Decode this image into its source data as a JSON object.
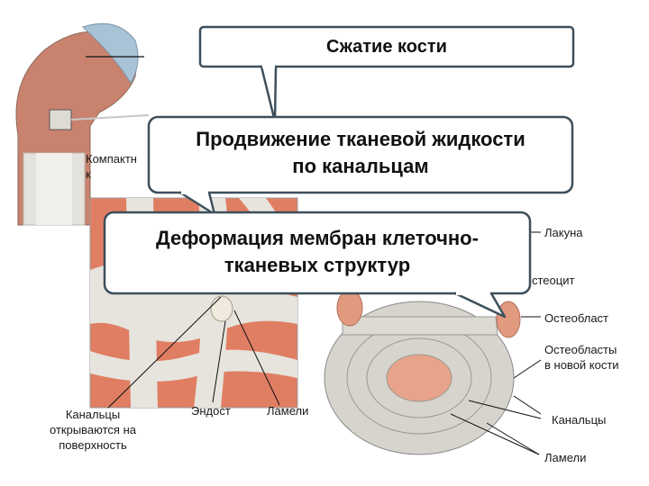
{
  "callouts": {
    "compression": "Сжатие кости",
    "fluid_line1": "Продвижение тканевой жидкости",
    "fluid_line2": "по канальцам",
    "deform_line1": "Деформация мембран клеточно-",
    "deform_line2": "тканевых структур"
  },
  "labels": {
    "compact_1": "Компактн",
    "compact_2": "к",
    "lacuna": "Лакуна",
    "osteocyte": "стеоцит",
    "osteoblast": "Остеобласт",
    "osteoblasts_new_1": "Остеобласты",
    "osteoblasts_new_2": "в новой кости",
    "canaliculi": "Канальцы",
    "lamellae_right": "Ламели",
    "canals_open_1": "Канальцы",
    "canals_open_2": "открываются на",
    "canals_open_3": "поверхность",
    "endosteum": "Эндост",
    "lamellae_bottom": "Ламели"
  },
  "colors": {
    "callout_fill": "#ffffff",
    "callout_border": "#3d4f5c",
    "bone_spongy": "#c9826e",
    "bone_compact": "#e4e2dc",
    "cartilage": "#a9c3d6",
    "marrow": "#d9775f",
    "osteon": "#d6d4cc",
    "osteoblast": "#e29a7f"
  }
}
